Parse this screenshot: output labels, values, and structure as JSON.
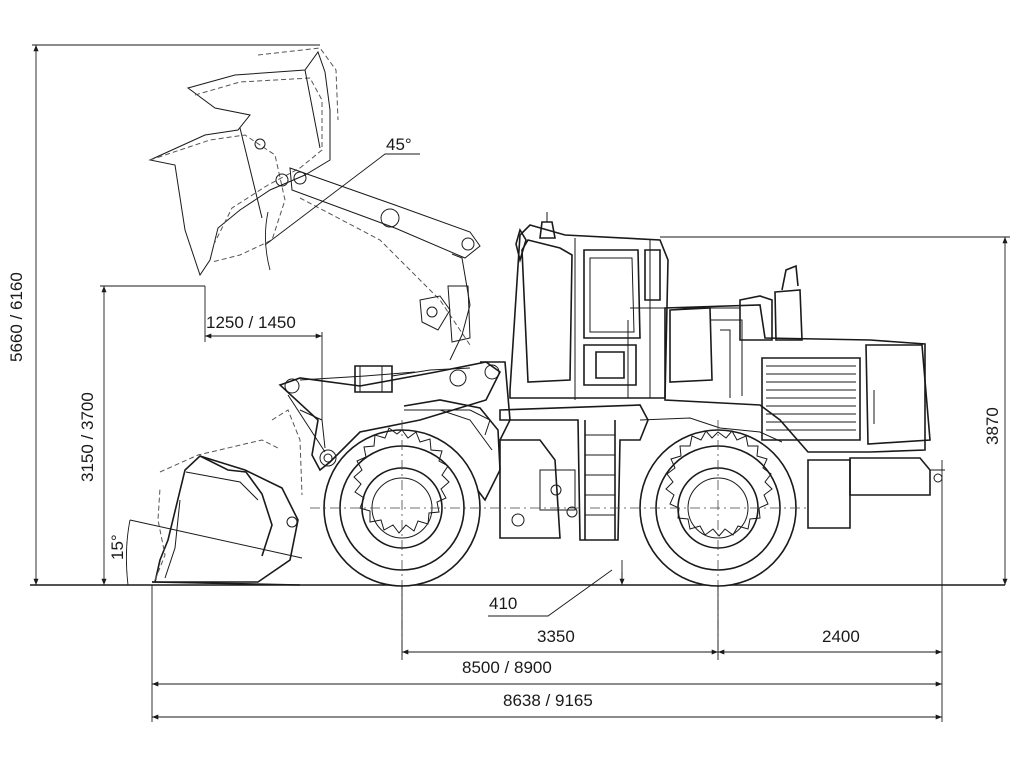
{
  "dimensions": {
    "max_height": "5660 / 6160",
    "dump_height": "3150 / 3700",
    "reach": "1250 / 1450",
    "dump_angle": "45°",
    "rollback_angle": "15°",
    "cab_height": "3870",
    "ground_clearance": "410",
    "wheelbase": "3350",
    "rear_overhang": "2400",
    "length_without_bucket": "8500 / 8900",
    "overall_length": "8638 / 9165"
  }
}
